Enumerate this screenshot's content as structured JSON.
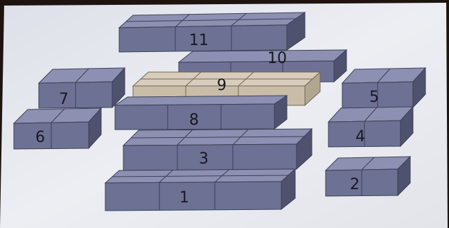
{
  "photo": {
    "subject": "numbered block pieces on paper",
    "colors": {
      "paper": "#e6e8ee",
      "block_top": "#8d90b2",
      "block_front": "#6d7194",
      "block_side": "#4e526e",
      "light_top": "#d8cdbd",
      "light_front": "#cabda8",
      "light_side": "#b1a690"
    },
    "pieces": [
      {
        "label": "1",
        "shade": "dark",
        "cubes": "3x2"
      },
      {
        "label": "2",
        "shade": "dark",
        "cubes": "2x1"
      },
      {
        "label": "3",
        "shade": "dark",
        "cubes": "3x2"
      },
      {
        "label": "4",
        "shade": "dark",
        "cubes": "2x1"
      },
      {
        "label": "5",
        "shade": "dark",
        "cubes": "2x1"
      },
      {
        "label": "6",
        "shade": "dark",
        "cubes": "2x1"
      },
      {
        "label": "7",
        "shade": "dark",
        "cubes": "2x1"
      },
      {
        "label": "8",
        "shade": "dark",
        "cubes": "3x1"
      },
      {
        "label": "9",
        "shade": "light",
        "cubes": "3x2"
      },
      {
        "label": "10",
        "shade": "dark",
        "cubes": "3x1"
      },
      {
        "label": "11",
        "shade": "dark",
        "cubes": "3x2"
      }
    ]
  }
}
